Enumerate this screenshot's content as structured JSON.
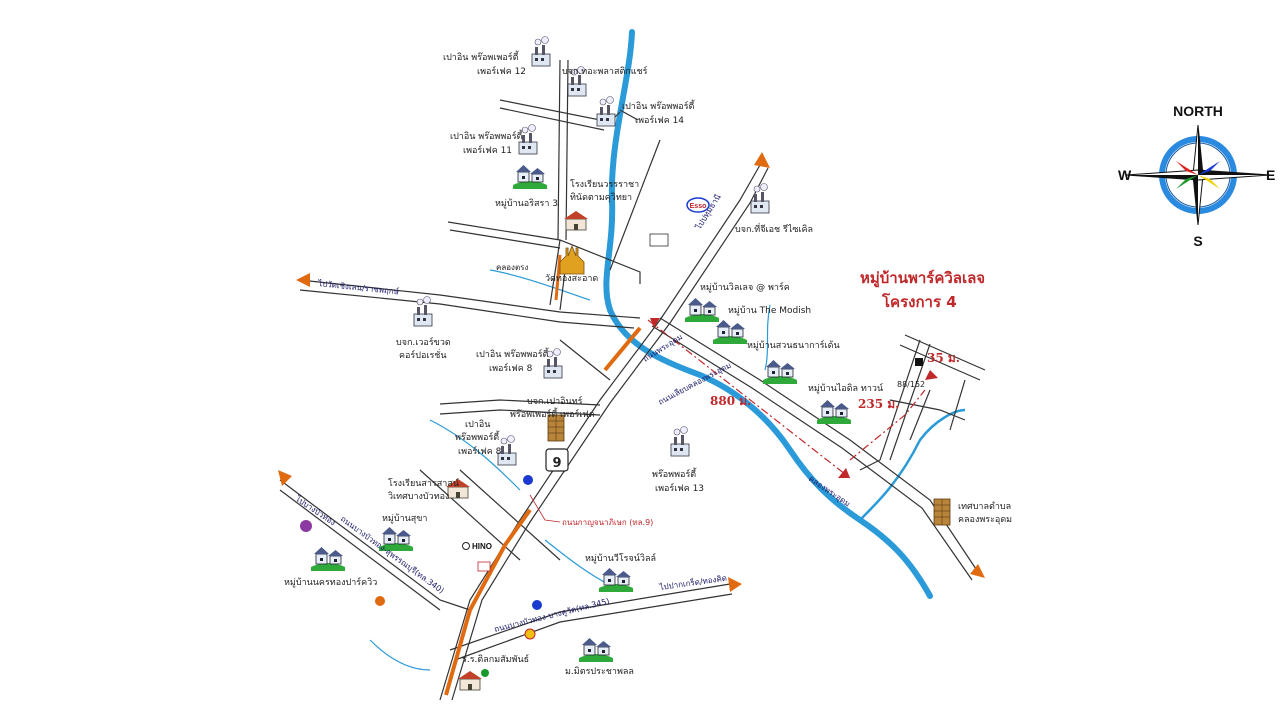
{
  "project": {
    "title_line1": "หมู่บ้านพาร์ควิลเลจ",
    "title_line2": "โครงการ 4",
    "distance_880": "880 ม.",
    "distance_235": "235 ม.",
    "distance_35": "35 ม.",
    "address": "88/152"
  },
  "compass": {
    "north": "NORTH",
    "south": "S",
    "east": "E",
    "west": "W",
    "colors": {
      "red": "#e02020",
      "blue": "#1a3ad0",
      "green": "#1a9a2a",
      "yellow": "#f0d000",
      "ring": "#2a8ae0"
    }
  },
  "places": {
    "pc12_a": "เปาอิน พร๊อพเพอร์ตี้",
    "pc12_b": "เพอร์เฟค 12",
    "chaiyaporn": "บจก.ทอะพลาสติกแชร์",
    "pc14_a": "เปาอิน พร๊อพพอร์ตี้",
    "pc14_b": "เพอร์เฟค 14",
    "pc11_a": "เปาอิน พร๊อพพอร์ตี้",
    "pc11_b": "เพอร์เฟค 11",
    "school1_a": "โรงเรียนวรรราชา",
    "school1_b": "ทินัดตามคุวิทยา",
    "village_srira": "หมู่บ้านอริสรา 3",
    "tjrecycle": "บจก.ที่จีเอช รีไซเคิล",
    "canal": "คลองตรง",
    "wat": "วัดทองสะอาด",
    "parkvillage": "หมู่บ้านวิลเลจ @ พาร์ค",
    "themodish": "หมู่บ้าน The Modish",
    "suanthana": "หมู่บ้านสวนธนาการ์เด้น",
    "idealtown": "หมู่บ้านไอดิล ทาวน์",
    "warehouse_a": "บจก.เวอร์ขวด",
    "warehouse_b": "คอร์ปอเรชั่น",
    "pc8a_a": "เปาอิน พร๊อพพอร์ตี้",
    "pc8a_b": "เพอร์เฟค 8",
    "pao_office_a": "บจก.เปาอินทร์",
    "pao_office_b": "พร๊อพเพอร์ตี้ เพอร์เฟค",
    "pc8b_a": "เปาอิน",
    "pc8b_b": "พร๊อพพอร์ตี้",
    "pc8b_c": "เพอร์เฟค 8",
    "pc13_a": "พร๊อพพอร์ตี้",
    "pc13_b": "เพอร์เฟค 13",
    "school2_a": "โรงเรียนสารสาสน์",
    "school2_b": "วิเทศบางบัวทอง",
    "suksa": "หมู่บ้านสุขา",
    "nakorn": "หมู่บ้านนครทองปาร์ควิว",
    "roj": "หมู่บ้านวีโรจน์วิลล์",
    "municipal_a": "เทศบาลตำบล",
    "municipal_b": "คลองพระอุดม",
    "school3": "ร.ร.ติลกมสัมพันธ์",
    "mittra": "ม.มิตรประชาพลล",
    "hino": "HINO",
    "esso": "Esso"
  },
  "roads": {
    "to_pathum": "ไปปทุมธานี",
    "to_bangbuathong": "ไปบางบัวทอง",
    "to_ratchaphruek": "ไปวัดเชิงเลน/ราชพฤกษ์",
    "to_pakkret": "ไปปากเกร็ด/ทองคิด",
    "road9": "ถนนกาญจนาภิเษก (ทล.9)",
    "route9": "9",
    "canal_klong": "คลองพระอุดม",
    "road_345": "ถนนบางบัวทอง-บางคูวัด(ทล.345)",
    "road_340": "ถนนบางบัวทอง-สุพรรณบุรี(ทล.340)",
    "khlong_phra": "ถนนพระอุดม",
    "sukkhapiban": "ถนนเลียบคลองพระอุดม"
  }
}
